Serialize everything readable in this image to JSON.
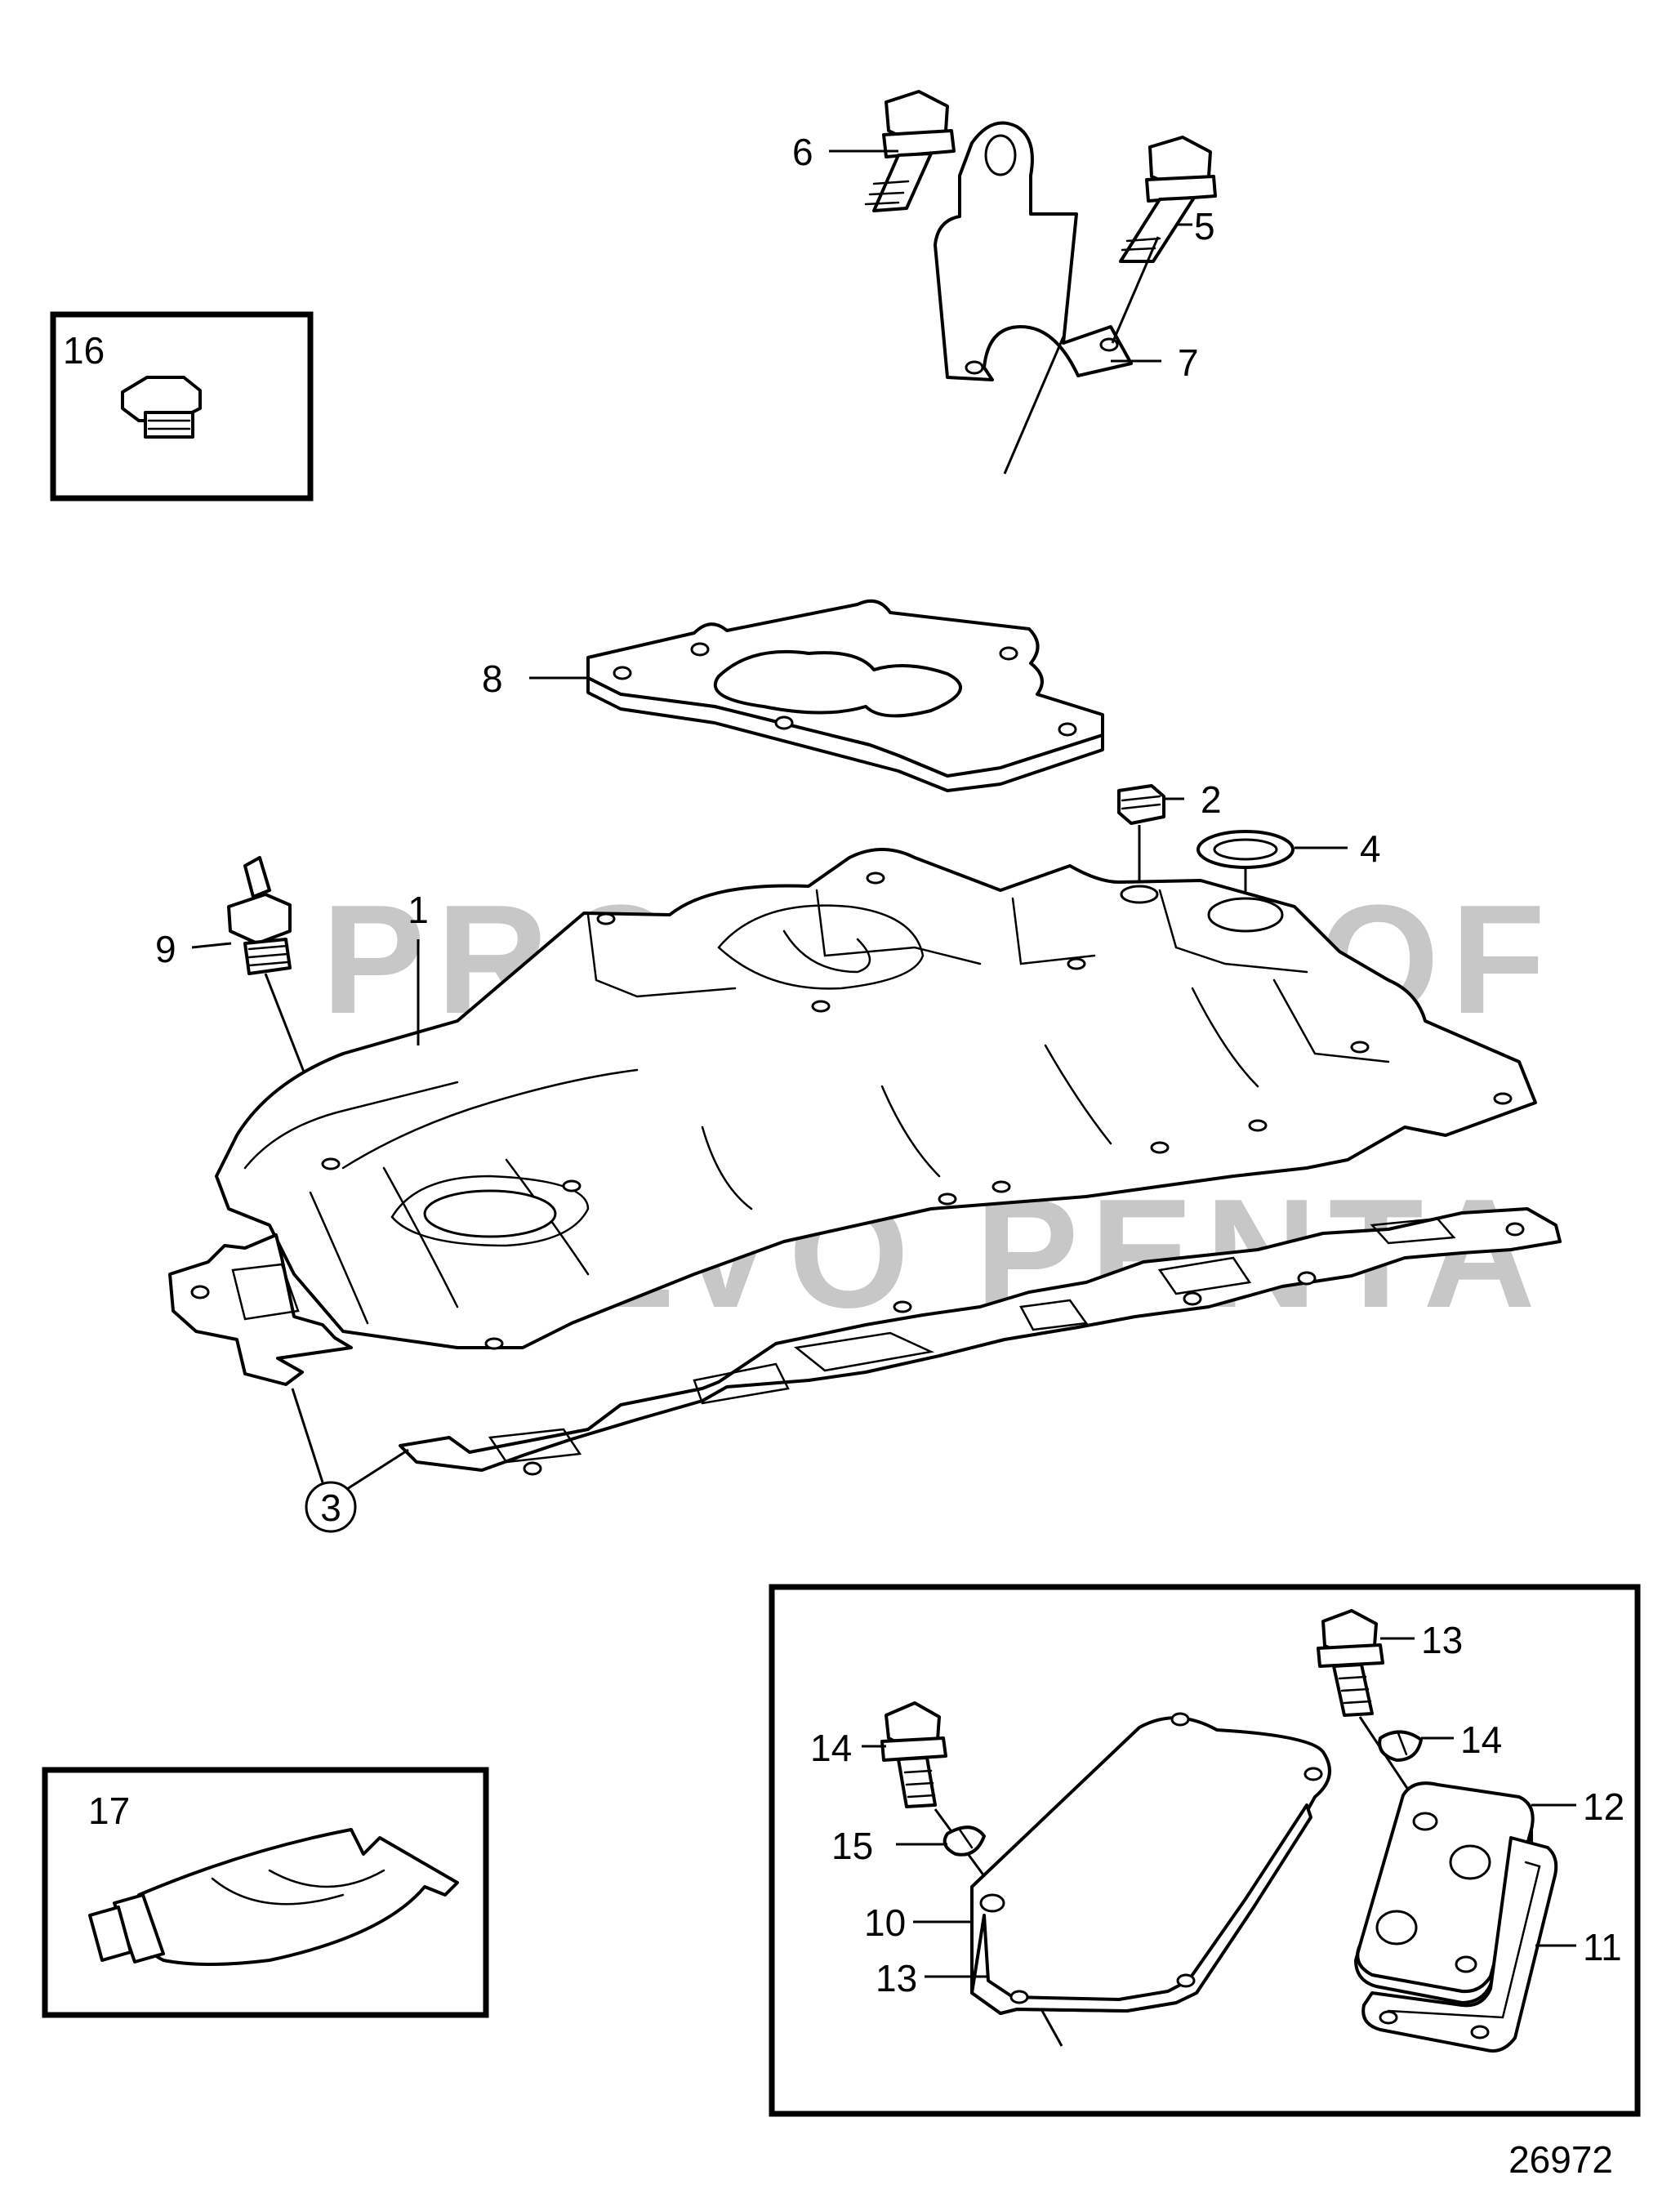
{
  "diagram_id": "26972",
  "watermark": {
    "line1": "PROPERTY OF",
    "line2": "VOLVO PENTA"
  },
  "callouts": {
    "c1": "1",
    "c2": "2",
    "c3": "3",
    "c4": "4",
    "c5": "5",
    "c6": "6",
    "c7": "7",
    "c8": "8",
    "c9": "9",
    "c10": "10",
    "c11": "11",
    "c12": "12",
    "c13a": "13",
    "c13b": "13",
    "c14a": "14",
    "c14b": "14",
    "c15": "15",
    "c16": "16",
    "c17": "17"
  }
}
